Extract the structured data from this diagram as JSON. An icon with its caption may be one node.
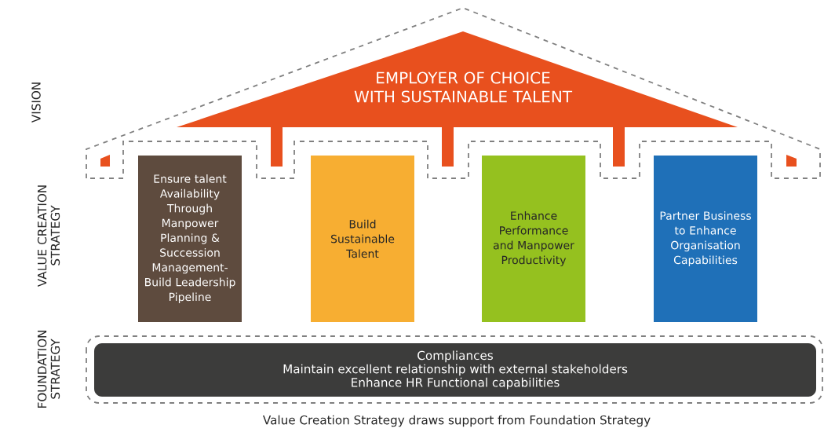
{
  "diagram": {
    "caption": "Value Creation Strategy draws support from Foundation Strategy",
    "nodes": [
      {
        "text": [
          "EMPLOYER OF CHOICE WITH SUSTAINABLE TALENT"
        ]
      },
      {
        "text": [
          "Ensure talent Availability Through Manpower Planning & Succession Management- Build Leadership Pipeline"
        ]
      },
      {
        "text": [
          "Build Sustainable Talent"
        ]
      },
      {
        "text": [
          "Enhance Performance and Manpower Productivity"
        ]
      },
      {
        "text": [
          "Partner Business to Enhance Organisation Capabilities"
        ]
      },
      {
        "text": [
          "Compliances",
          "Maintain excellent relationship with external stakeholders",
          "Enhance HR Functional capabilities"
        ]
      }
    ],
    "labels": [
      "VISION",
      "VALUE CREATION STRATEGY",
      "FOUNDATION STRATEGY"
    ]
  }
}
